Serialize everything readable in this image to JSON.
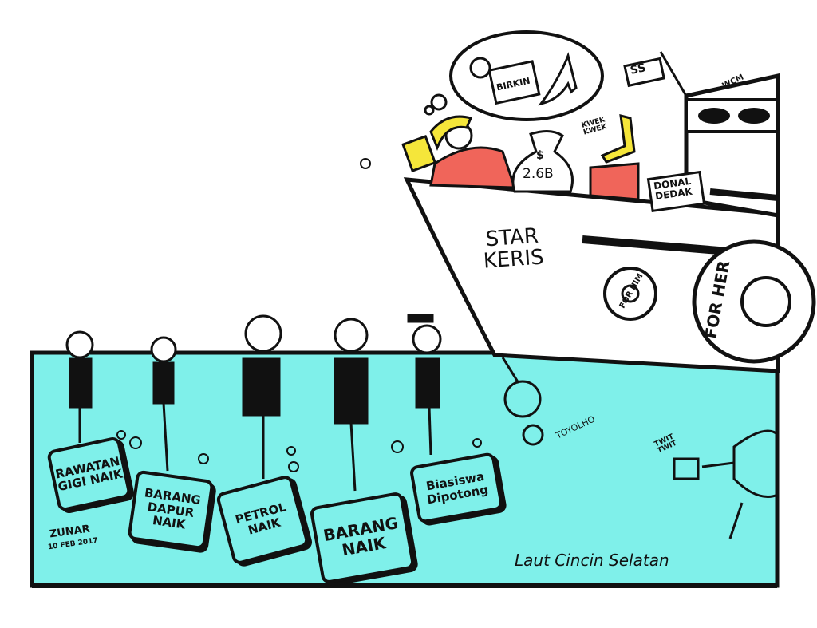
{
  "cartoon": {
    "thought_bubble": {
      "bag_label": "BIRKIN"
    },
    "ship": {
      "name": "STAR\nKERIS",
      "flag": "SS",
      "bridge_label": "WCM",
      "lifebuoy_large": "FOR HER",
      "lifebuoy_small": "FOR HIM"
    },
    "money_bag": {
      "symbol": "$",
      "amount": "2.6B"
    },
    "sound_effect": "KWEK\nKWEK",
    "name_sign": "DONAL\nDEDAK",
    "underwater_character": "TOYOLHO",
    "fish_sound": "TWIT\nTWIT",
    "weights": [
      "RAWATAN\nGIGI NAIK",
      "BARANG\nDAPUR\nNAIK",
      "PETROL\nNAIK",
      "BARANG\nNAIK",
      "Biasiswa\nDipotong"
    ],
    "sea_caption": "Laut Cincin Selatan",
    "signature": "ZUNAR",
    "date": "10 FEB 2017",
    "colors": {
      "water": "#7ff0ea",
      "outline": "#111111",
      "red": "#f0655a",
      "yellow": "#f5e63a",
      "paper": "#ffffff"
    }
  }
}
